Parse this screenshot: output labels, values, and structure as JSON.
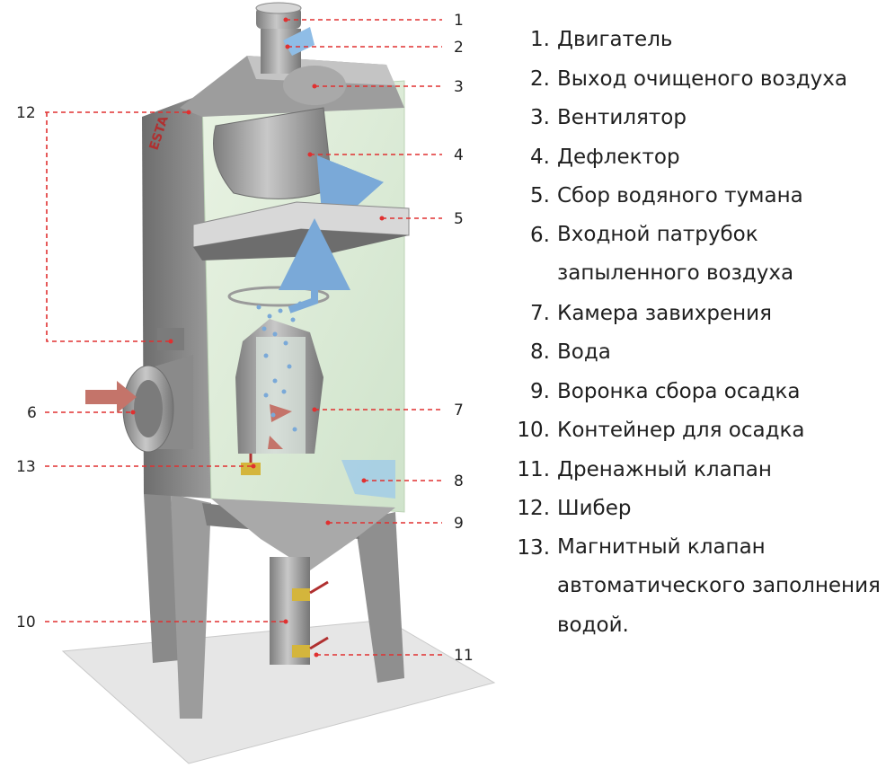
{
  "brand_label": "ESTA",
  "callouts": [
    "1",
    "2",
    "3",
    "4",
    "5",
    "6",
    "7",
    "8",
    "9",
    "10",
    "11",
    "12",
    "13"
  ],
  "legend": [
    {
      "num": "1.",
      "text": "Двигатель"
    },
    {
      "num": "2.",
      "text": "Выход очищеного воздуха"
    },
    {
      "num": "3.",
      "text": "Вентилятор"
    },
    {
      "num": "4.",
      "text": "Дефлектор"
    },
    {
      "num": "5.",
      "text": "Сбор водяного тумана"
    },
    {
      "num": "6.",
      "text": "Входной патрубок запыленного воздуха"
    },
    {
      "num": "7.",
      "text": "Камера завихрения"
    },
    {
      "num": "8.",
      "text": "Вода"
    },
    {
      "num": "9.",
      "text": "Воронка сбора осадка"
    },
    {
      "num": "10.",
      "text": "Контейнер для осадка"
    },
    {
      "num": "11.",
      "text": "Дренажный клапан"
    },
    {
      "num": "12.",
      "text": "Шибер"
    },
    {
      "num": "13.",
      "text": "Магнитный клапан автоматического заполнения водой."
    }
  ]
}
